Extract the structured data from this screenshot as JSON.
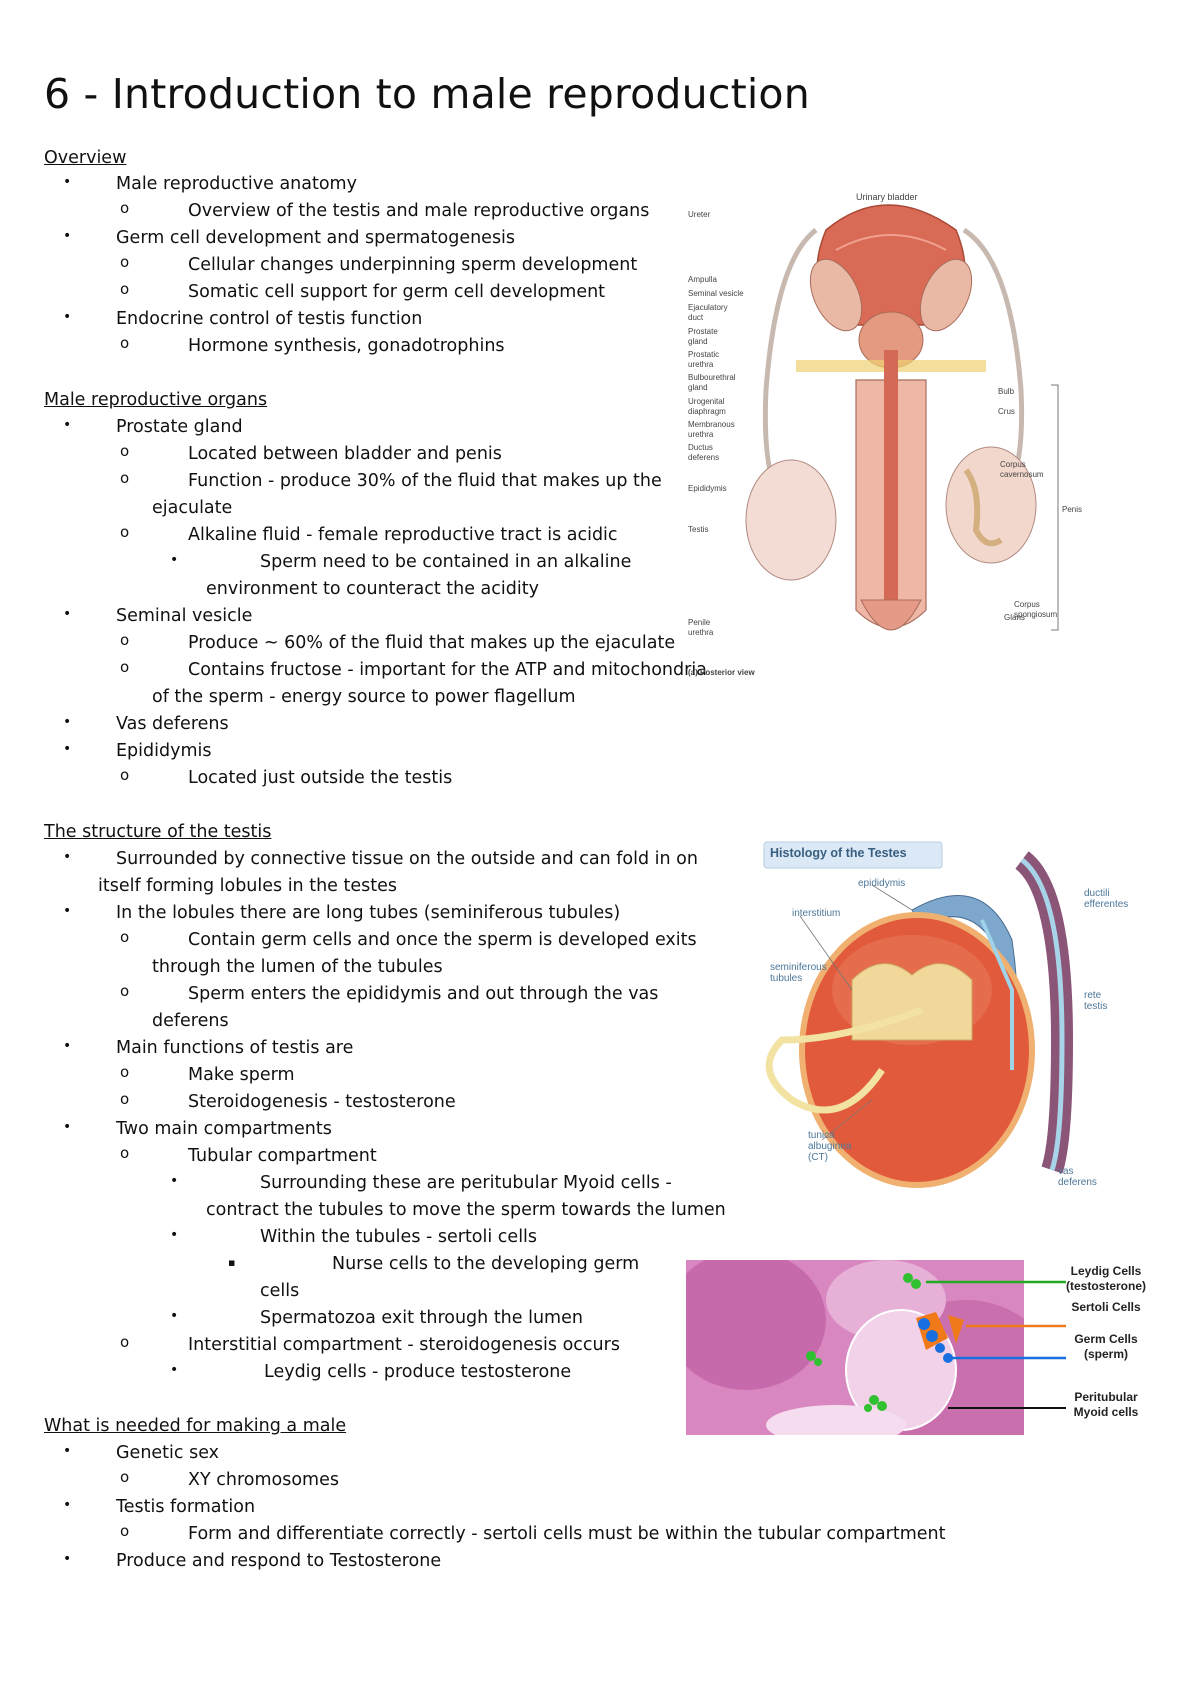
{
  "title": "6 - Introduction to male reproduction",
  "sections": {
    "overview": {
      "heading": "Overview",
      "items": [
        "Male reproductive anatomy",
        "Overview of the testis and male reproductive organs",
        "Germ cell development and spermatogenesis",
        "Cellular changes underpinning sperm development",
        "Somatic cell support for germ cell development",
        "Endocrine control of testis function",
        "Hormone synthesis, gonadotrophins"
      ]
    },
    "organs": {
      "heading": "Male reproductive organs",
      "items": [
        "Prostate gland",
        "Located between bladder and penis",
        "Function - produce 30% of the fluid that makes up the",
        "ejaculate",
        "Alkaline fluid - female reproductive tract is acidic",
        "Sperm need to be contained in an alkaline",
        "environment to counteract the acidity",
        "Seminal vesicle",
        "Produce ~ 60% of the fluid that makes up the ejaculate",
        "Contains fructose - important for the ATP and mitochondria",
        "of the sperm - energy source to power flagellum",
        "Vas deferens",
        "Epididymis",
        "Located just outside the testis"
      ]
    },
    "structure": {
      "heading": "The structure of the testis",
      "items": [
        "Surrounded by connective tissue on the outside and can fold in on",
        "itself forming lobules in the testes",
        "In the lobules there are long tubes (seminiferous tubules)",
        "Contain germ cells and once the sperm is developed exits",
        "through the lumen of the tubules",
        "Sperm enters the epididymis and out through the vas",
        "deferens",
        "Main functions of testis are",
        "Make sperm",
        "Steroidogenesis - testosterone",
        "Two main compartments",
        "Tubular compartment",
        "Surrounding these are peritubular Myoid cells -",
        "contract the tubules to move the sperm towards the lumen",
        "Within the tubules - sertoli cells",
        "Nurse cells to the developing germ",
        "cells",
        "Spermatozoa exit through the lumen",
        "Interstitial compartment - steroidogenesis occurs",
        "Leydig cells - produce testosterone"
      ]
    },
    "male": {
      "heading": "What is needed for making a male",
      "items": [
        "Genetic sex",
        "XY chromosomes",
        "Testis formation",
        "Form and differentiate correctly  - sertoli cells must be within the tubular compartment",
        "Produce and respond to Testosterone"
      ]
    }
  },
  "bullets": {
    "level1": "•",
    "level2": "o",
    "level3": "•",
    "level4": "▪"
  },
  "figure1": {
    "labels": {
      "urinary_bladder": "Urinary bladder",
      "ureter": "Ureter",
      "ampulla": "Ampulla",
      "seminal_vesicle": "Seminal vesicle",
      "ejaculatory_duct": "Ejaculatory duct",
      "prostate_gland": "Prostate gland",
      "prostatic_urethra": "Prostatic urethra",
      "bulbourethral_gland": "Bulbourethral gland",
      "urogenital_diaphragm": "Urogenital diaphragm",
      "membranous_urethra": "Membranous urethra",
      "ductus_deferens": "Ductus deferens",
      "epididymis": "Epididymis",
      "testis": "Testis",
      "penile_urethra": "Penile urethra",
      "posterior_view": "(a) Posterior view",
      "bulb": "Bulb",
      "crus": "Crus",
      "corpus_cavernosum": "Corpus cavernosum",
      "penis": "Penis",
      "corpus_spongiosum": "Corpus spongiosum",
      "glans": "Glans"
    }
  },
  "figure2": {
    "labels": {
      "title": "Histology of the Testes",
      "epididymis": "epididymis",
      "interstitium": "interstitium",
      "seminiferous_tubules": "seminiferous tubules",
      "ductili_efferentes": "ductili efferentes",
      "rete_testis": "rete testis",
      "tunica_albuginea": "tunica albuginea (CT)",
      "vas_deferens": "vas deferens"
    }
  },
  "figure3": {
    "labels": {
      "leydig": "Leydig Cells",
      "leydig_sub": "(testosterone)",
      "sertoli": "Sertoli Cells",
      "germ": "Germ Cells",
      "germ_sub": "(sperm)",
      "peritubular": "Peritubular",
      "peritubular_sub": "Myoid cells"
    },
    "colors": {
      "leydig": "#22aa22",
      "sertoli": "#f07a1a",
      "germ": "#1a6fe0",
      "peritubular": "#111111"
    }
  }
}
